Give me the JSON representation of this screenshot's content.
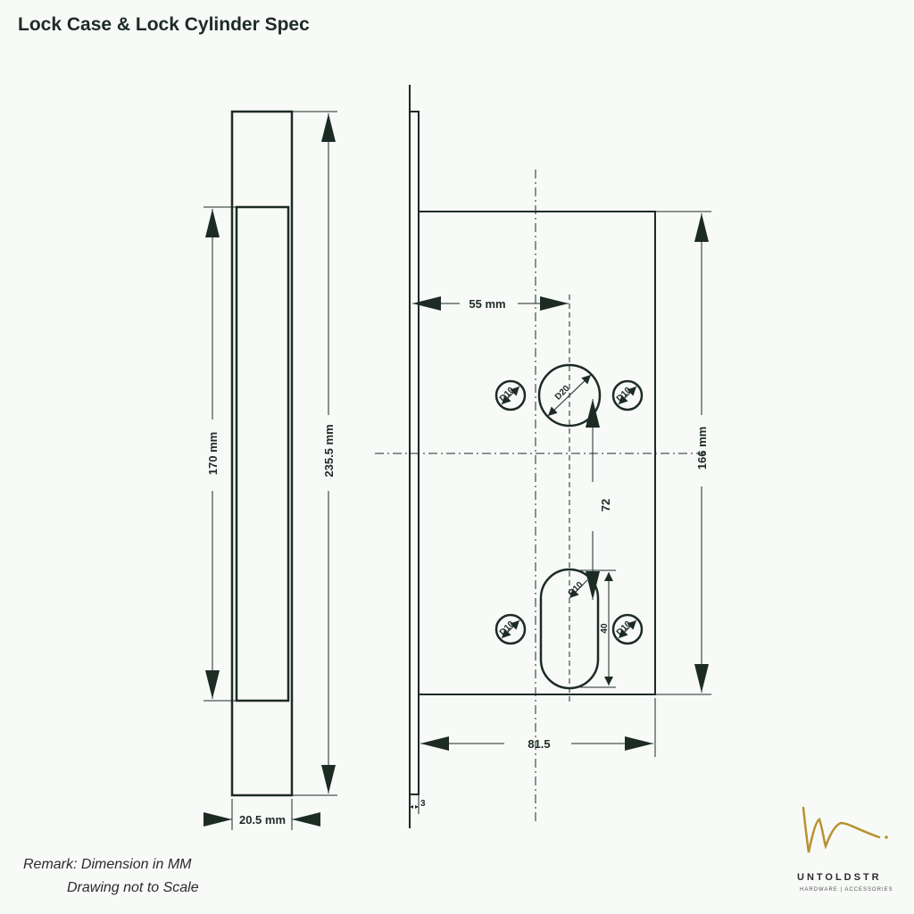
{
  "title": "Lock Case & Lock Cylinder Spec",
  "dimensions": {
    "height_inner": "170 mm",
    "height_total": "235.5 mm",
    "width_side": "20.5 mm",
    "backset": "55 mm",
    "case_height": "166 mm",
    "case_width": "81.5",
    "faceplate_thickness": "3",
    "center_distance": "72",
    "hole_large": "D20",
    "hole_small": "D10",
    "slot_radius": "R10",
    "slot_length": "40"
  },
  "remarks": {
    "line1": "Remark: Dimension in MM",
    "line2": "Drawing not to Scale"
  },
  "brand": {
    "name": "UNTOLDSTR",
    "tagline": "HARDWARE | ACCESSORIES",
    "color": "#b8922e"
  },
  "colors": {
    "line": "#1d2b25",
    "background": "#f8faf8"
  }
}
